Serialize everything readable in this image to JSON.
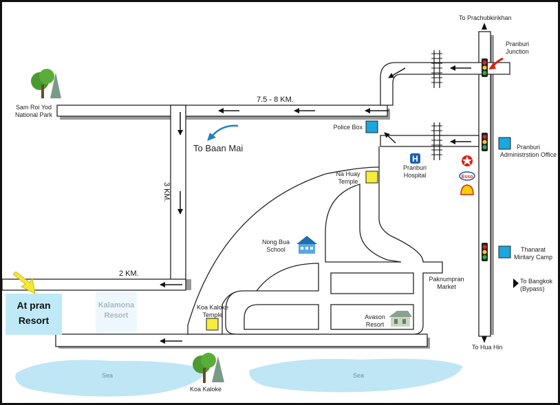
{
  "map": {
    "distances": {
      "top_road": "7.5 - 8 KM.",
      "vertical": "3 KM.",
      "bottom_road": "2 KM."
    },
    "directions": {
      "north": "To Prachubkirikhan",
      "south": "To Hua Hin",
      "east": "To Bangkok\n(Bypass)",
      "baan_mai": "To Baan Mai"
    },
    "places": {
      "sam_roi_yod": "Sam Roi Yod\nNational Park",
      "pranburi_junction": "Pranburi\nJunction",
      "police_box": "Police Box",
      "pranburi_admin": "Pranburi\nAdministrstion Office",
      "pranburi_hospital": "Pranburi\nHospital",
      "na_huay_temple": "Na Huay\nTemple",
      "nong_bua_school": "Nong Bua\nSchool",
      "thanarat_camp": "Thanarat\nMiritary Camp",
      "paknumpran_market": "Paknumpran\nMarket",
      "avason_resort": "Avason\nResort",
      "koa_kaloke_temple": "Koa Kaloke\nTemple",
      "koa_kaloke": "Koa Kaloke",
      "sea_left": "Sea",
      "sea_right": "Sea"
    },
    "resorts": {
      "at_pran": "At pran\nResort",
      "kalamona": "Kalamona\nResort"
    },
    "icons": {
      "hospital": "H",
      "esso": "Esso"
    },
    "colors": {
      "road_fill": "#ffffff",
      "road_outline": "#222222",
      "shadow": "#9a9a9a",
      "sea": "#bfe6f5",
      "police_box": "#1aa7e0",
      "temple": "#f5ec3c",
      "resort_highlight": "#bfe9f7",
      "hospital": "#1f5fb0",
      "arrow_red": "#d8221b",
      "arrow_blue": "#1f7fc8"
    }
  }
}
